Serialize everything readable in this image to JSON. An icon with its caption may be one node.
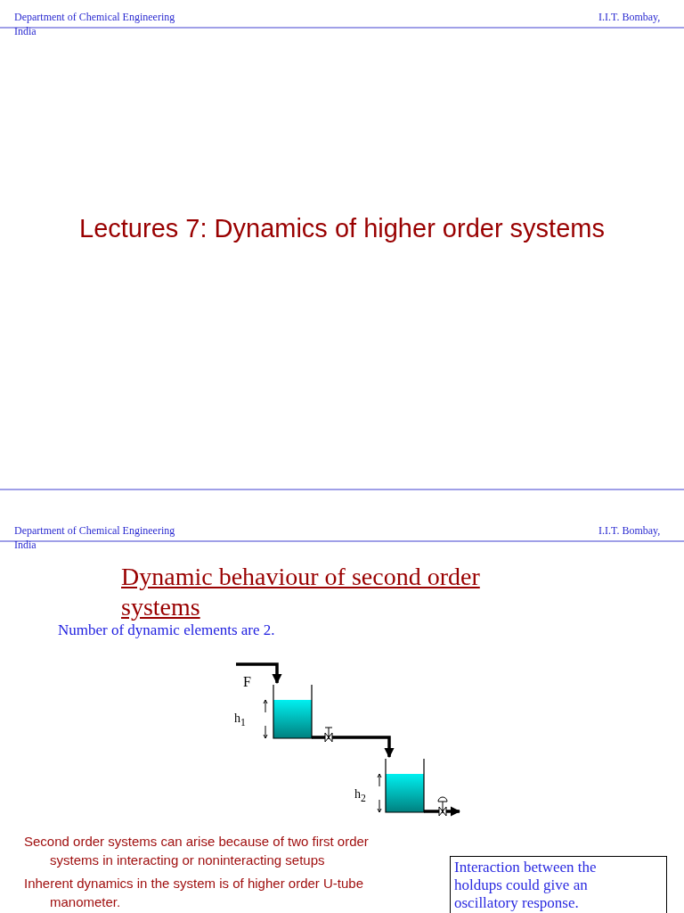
{
  "diagram": {
    "nodes": [
      {
        "text": [],
        "shape": "tank"
      },
      {
        "text": [],
        "shape": "tank"
      },
      {
        "text": [
          "Interaction between the holdups could give an oscillatory response."
        ]
      }
    ],
    "edges": [
      {
        "from": null,
        "to": 0,
        "arrow": "to"
      },
      {
        "from": 0,
        "to": 1,
        "arrow": "to"
      },
      {
        "from": 1,
        "to": null,
        "arrow": "to"
      }
    ],
    "labels": [
      "Department of Chemical Engineering India",
      "I.I.T. Bombay,",
      "Lectures 7: Dynamics of higher order systems",
      "Department of Chemical Engineering India",
      "I.I.T. Bombay,",
      "Dynamic behaviour of second order systems",
      "Number of dynamic elements are 2.",
      "F",
      "h$_{1}$",
      "h$_{2}$",
      "Second order systems can arise because of two first order systems in interacting or noninteracting setups",
      "Inherent dynamics in the system is of higher order U-tube manometer."
    ]
  }
}
